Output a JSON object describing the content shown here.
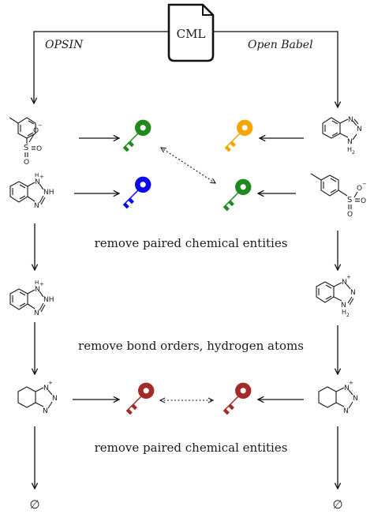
{
  "file_label": "CML",
  "left_tool": "OPSIN",
  "right_tool": "Open Babel",
  "step_labels": [
    "remove paired chemical entities",
    "remove bond orders, hydrogen atoms",
    "remove paired chemical entities"
  ],
  "empty_set_symbol": "∅",
  "key_colors": {
    "green": "#1f8a1f",
    "orange": "#f5a400",
    "blue": "#0a0ae8",
    "dark_red": "#a52a2a"
  },
  "atom_labels": {
    "sulfur": "S",
    "oxygen": "O",
    "oxygen_minus": "O",
    "minus": "−",
    "nitrogen": "N",
    "nitrogen_plus": "N",
    "plus": "+",
    "hydrogen": "H",
    "nh": "NH",
    "nh2": "NH",
    "h2": "H",
    "two": "2"
  }
}
